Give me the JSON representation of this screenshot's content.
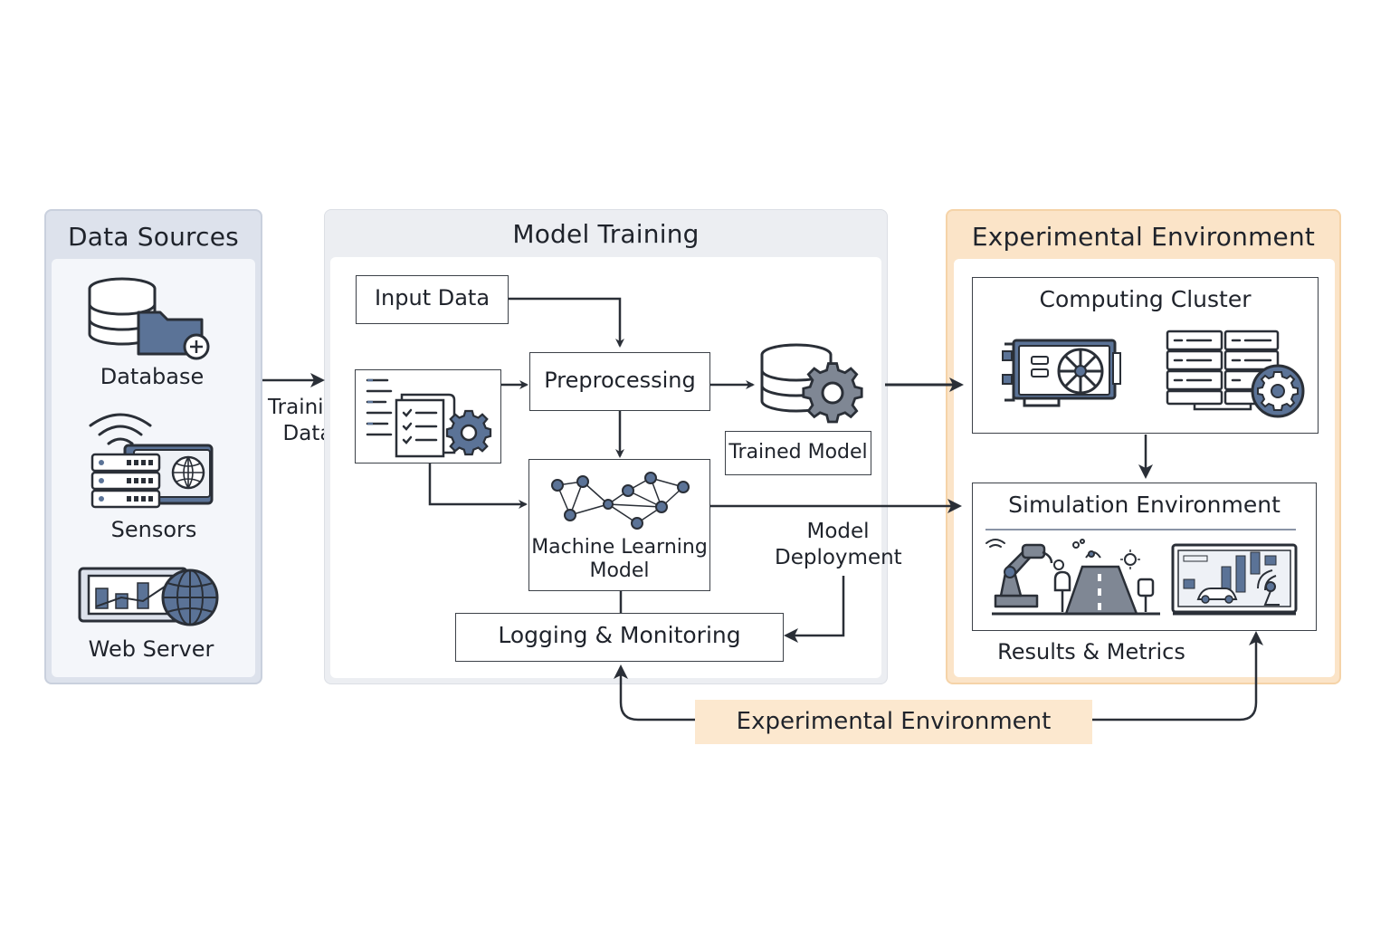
{
  "data_sources": {
    "title": "Data Sources",
    "items": [
      {
        "label": "Database",
        "icon": "database-folder-icon"
      },
      {
        "label": "Sensors",
        "icon": "sensor-server-icon"
      },
      {
        "label": "Web Server",
        "icon": "web-server-globe-icon"
      }
    ]
  },
  "flow": {
    "training_data_label": "Training\nData",
    "model_deployment_label": "Model\nDeployment"
  },
  "model_training": {
    "title": "Model Training",
    "input_data": "Input Data",
    "preprocessing": "Preprocessing",
    "trained_model": "Trained Model",
    "ml_model": "Machine Learning\nModel",
    "logging": "Logging &  Monitoring"
  },
  "experimental": {
    "title": "Experimental Environment",
    "computing_cluster": "Computing Cluster",
    "simulation_environment": "Simulation Environment",
    "results_metrics": "Results & Metrics"
  },
  "bottom_banner": "Experimental Environment",
  "colors": {
    "data_sources_bg": "#dde2ec",
    "model_training_bg": "#eceef2",
    "experimental_bg": "#fbe4c8",
    "banner_bg": "#fce8cf",
    "icon_blue": "#5b7397",
    "stroke": "#2a2f37"
  }
}
